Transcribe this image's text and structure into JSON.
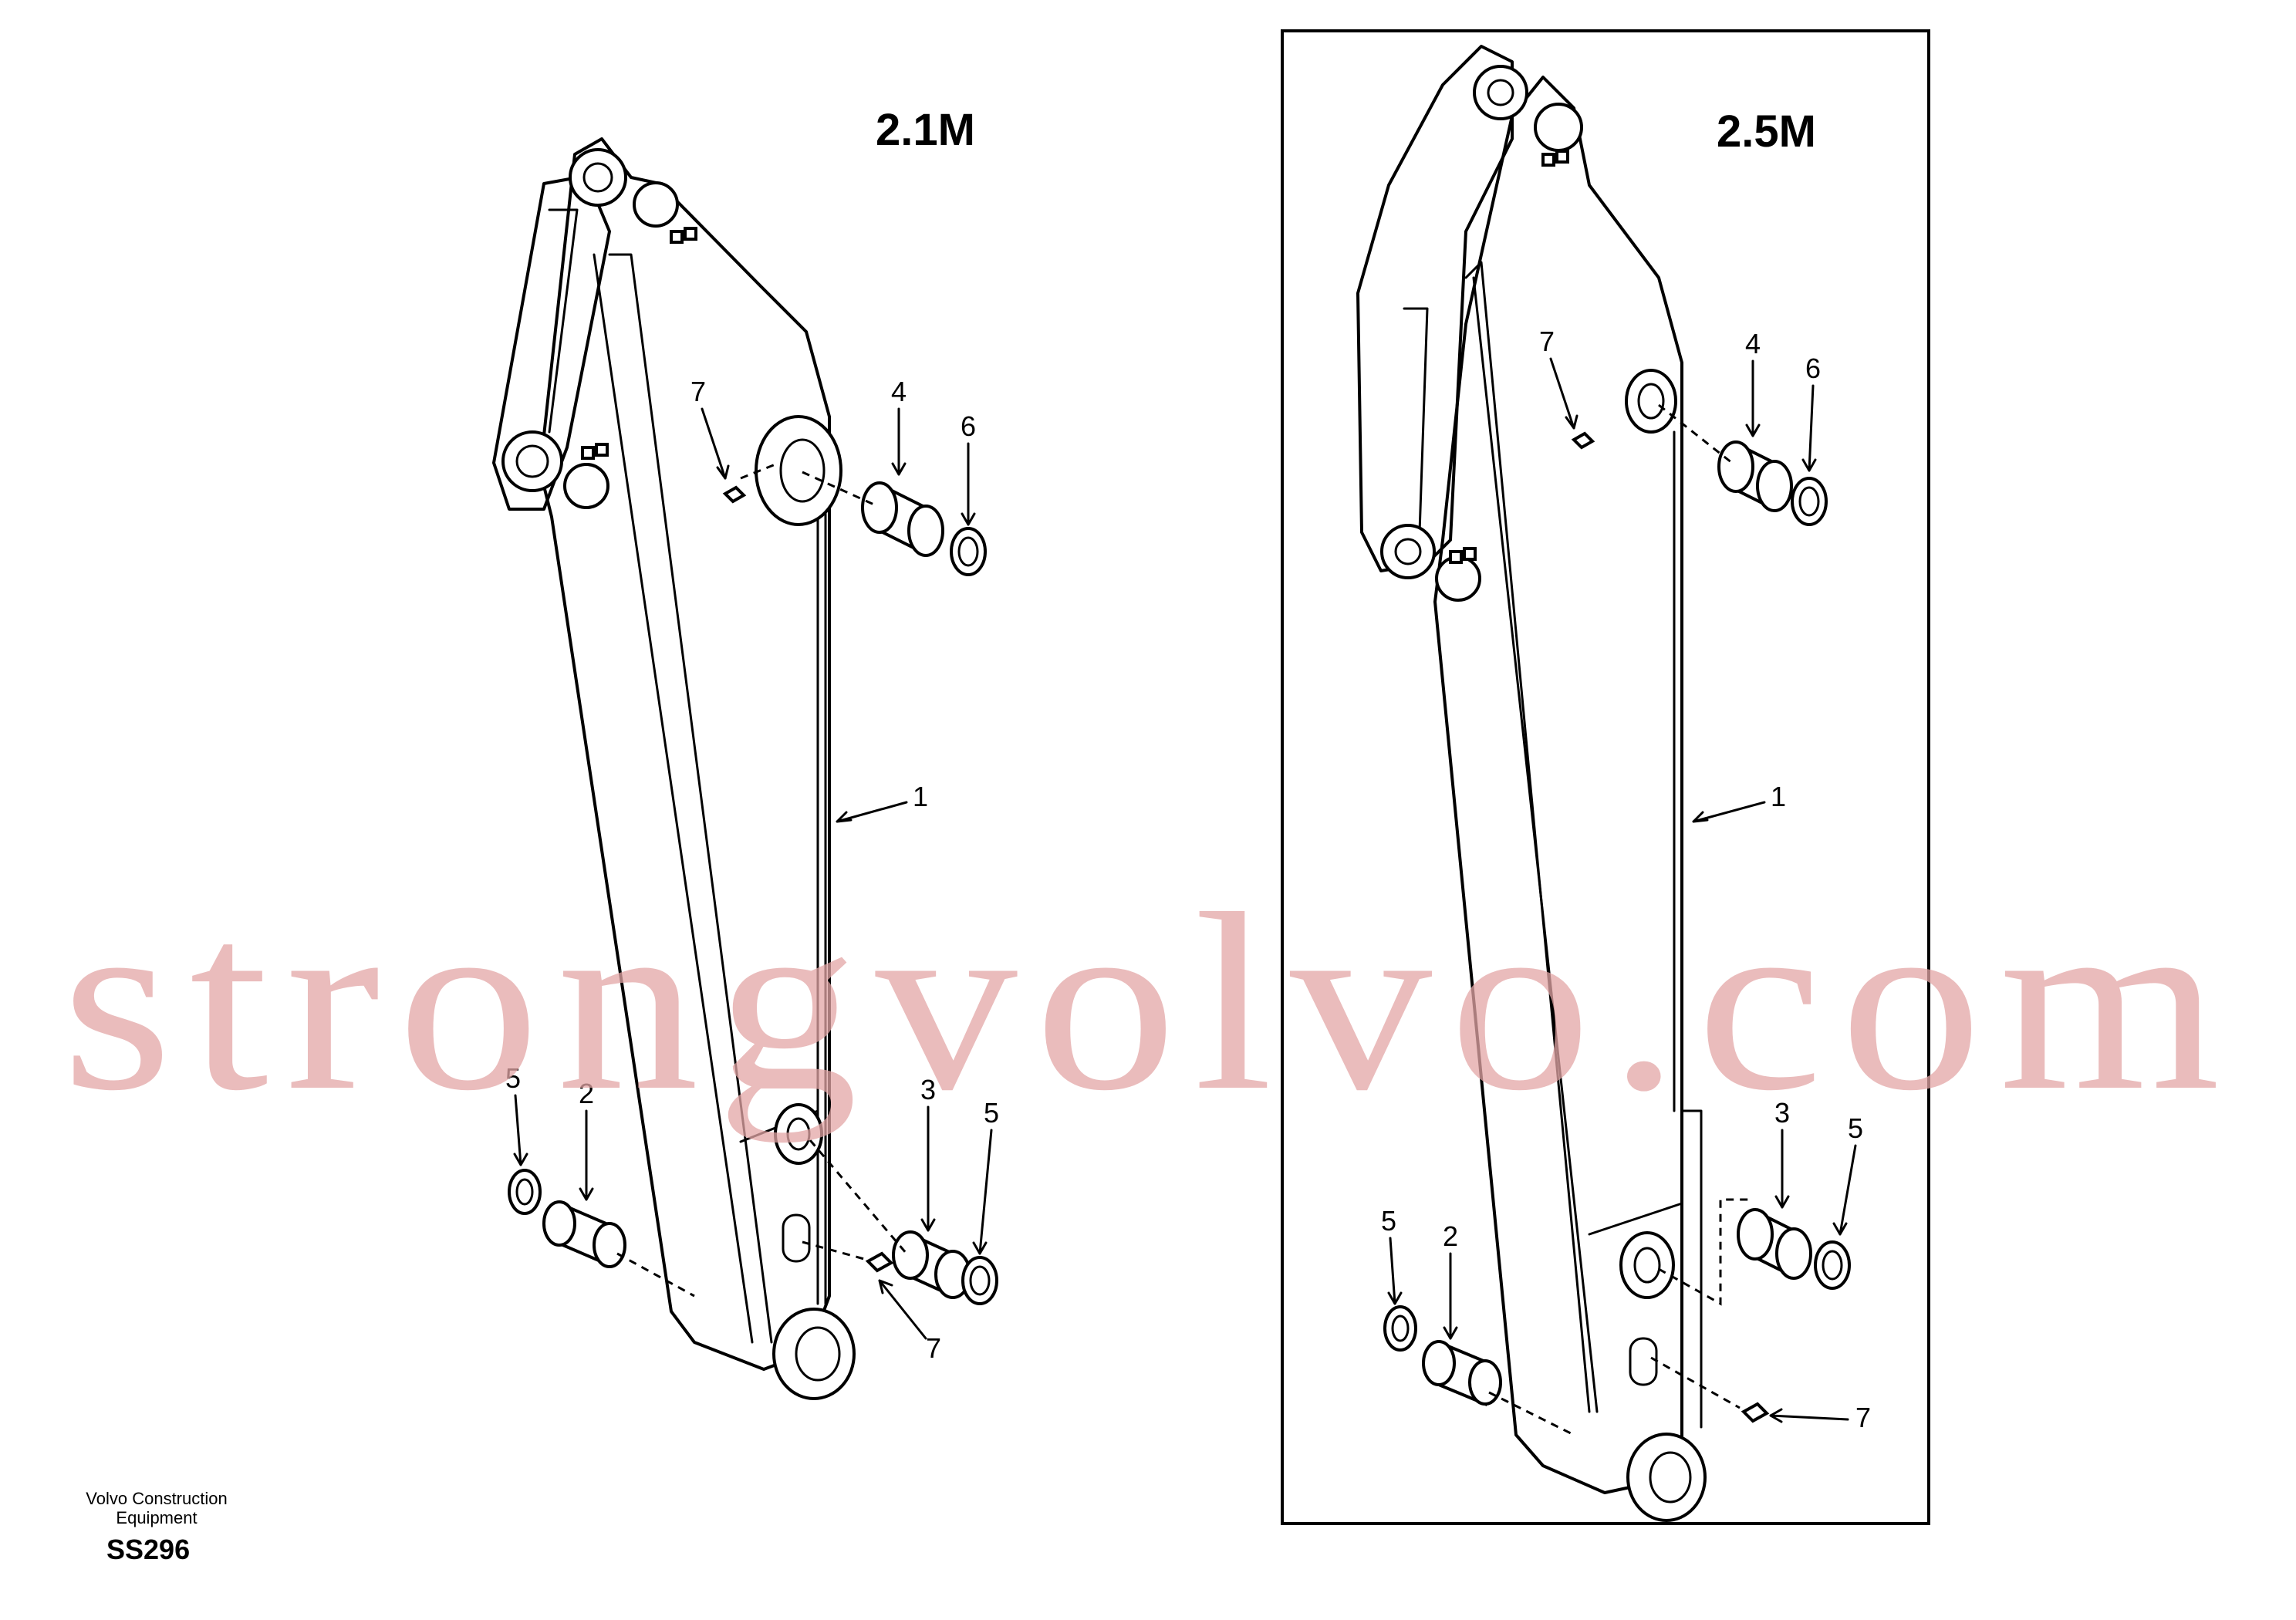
{
  "variants": {
    "left": {
      "label": "2.1M"
    },
    "right": {
      "label": "2.5M"
    }
  },
  "callouts": [
    "1",
    "2",
    "3",
    "4",
    "5",
    "6",
    "7"
  ],
  "watermark": "strongvolvo.com",
  "footer": {
    "company_line1": "Volvo Construction",
    "company_line2": "Equipment",
    "code": "SS296"
  },
  "colors": {
    "line": "#000000",
    "watermark": "#e3a6a6"
  }
}
